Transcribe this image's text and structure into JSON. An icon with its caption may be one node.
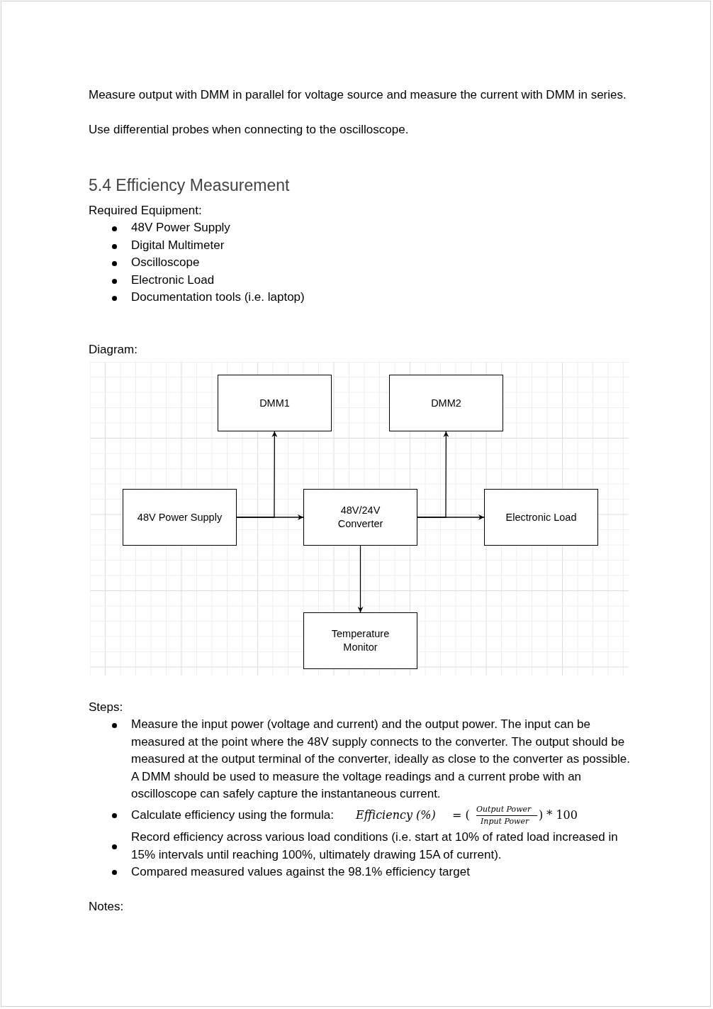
{
  "diagram": {
    "title": "5.4 Efficiency Measurement",
    "nodes": [
      {
        "text": [
          "DMM1"
        ]
      },
      {
        "text": [
          "DMM2"
        ]
      },
      {
        "text": [
          "48V Power Supply"
        ]
      },
      {
        "text": [
          "48V/24V Converter"
        ]
      },
      {
        "text": [
          "Electronic Load"
        ]
      },
      {
        "text": [
          "Temperature Monitor"
        ]
      }
    ],
    "edges": [
      {
        "from": 2,
        "to": 3,
        "arrow": "to"
      },
      {
        "from": 2,
        "to": 0,
        "arrow": "to"
      },
      {
        "from": 3,
        "to": 4,
        "arrow": "to"
      },
      {
        "from": 3,
        "to": 1,
        "arrow": "to"
      },
      {
        "from": 3,
        "to": 5,
        "arrow": "to"
      }
    ],
    "labels": [
      "Measure output with DMM in parallel for voltage source and measure the current with DMM in series.",
      "Use differential probes when connecting to the oscilloscope.",
      "Required Equipment:",
      "48V Power Supply",
      "Digital Multimeter",
      "Oscilloscope",
      "Electronic Load",
      "Documentation tools (i.e. laptop)",
      "Diagram:",
      "Steps:",
      "Measure the input power (voltage and current) and the output power. The input can be measured at the point where the 48V supply connects to the converter. The output should be measured at the output terminal of the converter, ideally as close to the converter as possible. A DMM should be used to measure the voltage readings and a current probe with an oscilloscope can safely capture the instantaneous current.",
      "Calculate efficiency using the formula:",
      "Efficiency (%)",
      "= (",
      "Output Power",
      "Input Power",
      ") * 100",
      "Record efficiency across various load conditions (i.e. start at 10% of rated load increased in 15% intervals until reaching 100%, ultimately drawing 15A of current).",
      "Compared measured values against the 98.1% efficiency target",
      "Notes:"
    ]
  }
}
